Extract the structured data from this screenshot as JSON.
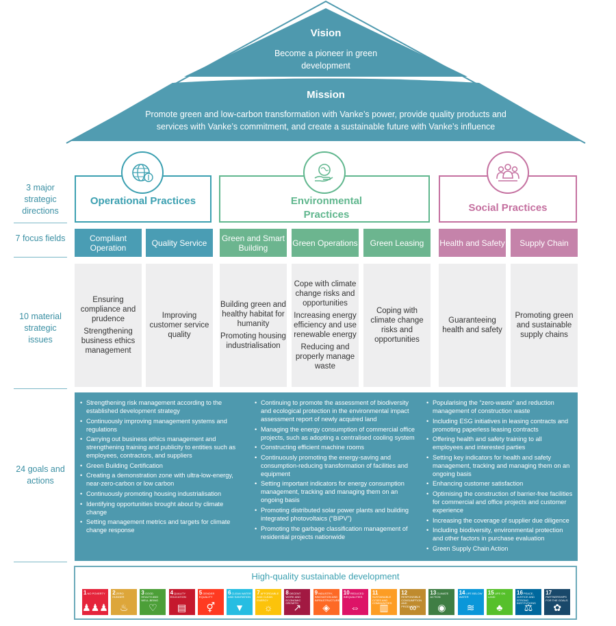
{
  "vision": {
    "title": "Vision",
    "text": "Become a pioneer in green development"
  },
  "mission": {
    "title": "Mission",
    "text": "Promote green and low-carbon transformation with Vanke’s power, provide quality products and services with Vanke’s commitment, and create a sustainable future with Vanke’s influence"
  },
  "row_labels": {
    "directions": "3 major strategic directions",
    "fields": "7 focus fields",
    "issues": "10 material strategic issues",
    "goals": "24 goals and actions"
  },
  "directions": [
    {
      "title": "Operational Practices",
      "color": "#3a9fb0",
      "icon": "globe-icon"
    },
    {
      "title": "Environmental Practices",
      "color": "#5fb68d",
      "icon": "hand-globe-icon"
    },
    {
      "title": "Social Practices",
      "color": "#c46f9f",
      "icon": "people-icon"
    }
  ],
  "fields": [
    {
      "label": "Compliant Operation",
      "color": "#4a9db4"
    },
    {
      "label": "Quality Service",
      "color": "#4a9db4"
    },
    {
      "label": "Green and Smart Building",
      "color": "#6cb58f"
    },
    {
      "label": "Green Operations",
      "color": "#6cb58f"
    },
    {
      "label": "Green Leasing",
      "color": "#6cb58f"
    },
    {
      "label": "Health and Safety",
      "color": "#c583aa"
    },
    {
      "label": "Supply Chain",
      "color": "#c583aa"
    }
  ],
  "issues": [
    [
      "Ensuring compliance and prudence",
      "Strengthening business ethics management"
    ],
    [
      "Improving customer service quality"
    ],
    [
      "Building green and healthy habitat for humanity",
      "Promoting housing industrialisation"
    ],
    [
      "Cope with climate change risks and opportunities",
      "Increasing energy efficiency and use renewable energy",
      "Reducing and properly manage waste"
    ],
    [
      "Coping with climate change risks and opportunities"
    ],
    [
      "Guaranteeing health and safety"
    ],
    [
      "Promoting green and sustainable supply chains"
    ]
  ],
  "goals": [
    [
      "Strengthening risk management according to the established development strategy",
      "Continuously improving management systems and regulations",
      "Carrying out business ethics management and strengthening training and publicity to entities such as employees, contractors, and suppliers",
      "Green Building Certification",
      "Creating a demonstration zone with ultra-low-energy, near-zero-carbon or low carbon",
      "Continuously promoting housing industrialisation",
      "Identifying opportunities brought about by climate change",
      "Setting management metrics and targets for climate change response"
    ],
    [
      "Continuing to promote the assessment of biodiversity and ecological protection in the environmental impact assessment report of newly acquired land",
      "Managing the energy consumption of commercial office projects, such as adopting a centralised cooling system",
      "Constructing efficient machine rooms",
      "Continuously promoting the energy-saving and consumption-reducing transformation of facilities and equipment",
      "Setting important indicators for energy consumption management, tracking and managing them on an ongoing basis",
      "Promoting distributed solar power plants and building integrated photovoltaics (“BIPV”)",
      "Promoting the garbage classification management of residential projects nationwide"
    ],
    [
      "Popularising the “zero-waste” and reduction management of construction waste",
      "Including ESG initiatives in leasing contracts and promoting paperless leasing contracts",
      "Offering health and safety training to all employees and interested parties",
      "Setting key indicators for health and safety management, tracking and managing them on an ongoing basis",
      "Enhancing customer satisfaction",
      "Optimising the construction of barrier-free facilities for commercial and office projects and customer experience",
      "Increasing the coverage of supplier due diligence",
      "Including biodiversity, environmental protection and other factors in purchase evaluation",
      "Green Supply Chain Action"
    ]
  ],
  "footer": {
    "title": "High-quality sustainable development"
  },
  "sdgs": [
    {
      "num": "1",
      "label": "NO POVERTY",
      "color": "#e5243b",
      "glyph": "♟♟♟"
    },
    {
      "num": "2",
      "label": "ZERO HUNGER",
      "color": "#dda63a",
      "glyph": "♨"
    },
    {
      "num": "3",
      "label": "GOOD HEALTH AND WELL-BEING",
      "color": "#4c9f38",
      "glyph": "♡"
    },
    {
      "num": "4",
      "label": "QUALITY EDUCATION",
      "color": "#c5192d",
      "glyph": "▤"
    },
    {
      "num": "5",
      "label": "GENDER EQUALITY",
      "color": "#ff3a21",
      "glyph": "⚥"
    },
    {
      "num": "6",
      "label": "CLEAN WATER AND SANITATION",
      "color": "#26bde2",
      "glyph": "▼"
    },
    {
      "num": "7",
      "label": "AFFORDABLE AND CLEAN ENERGY",
      "color": "#fcc30b",
      "glyph": "☼"
    },
    {
      "num": "8",
      "label": "DECENT WORK AND ECONOMIC GROWTH",
      "color": "#a21942",
      "glyph": "↗"
    },
    {
      "num": "9",
      "label": "INDUSTRY, INNOVATION AND INFRASTRUCTURE",
      "color": "#fd6925",
      "glyph": "◈"
    },
    {
      "num": "10",
      "label": "REDUCED INEQUALITIES",
      "color": "#dd1367",
      "glyph": "⇔"
    },
    {
      "num": "11",
      "label": "SUSTAINABLE CITIES AND COMMUNITIES",
      "color": "#fd9d24",
      "glyph": "▥"
    },
    {
      "num": "12",
      "label": "RESPONSIBLE CONSUMPTION AND PRODUCTION",
      "color": "#bf8b2e",
      "glyph": "∞"
    },
    {
      "num": "13",
      "label": "CLIMATE ACTION",
      "color": "#3f7e44",
      "glyph": "◉"
    },
    {
      "num": "14",
      "label": "LIFE BELOW WATER",
      "color": "#0a97d9",
      "glyph": "≋"
    },
    {
      "num": "15",
      "label": "LIFE ON LAND",
      "color": "#56c02b",
      "glyph": "♣"
    },
    {
      "num": "16",
      "label": "PEACE, JUSTICE AND STRONG INSTITUTIONS",
      "color": "#00689d",
      "glyph": "⚖"
    },
    {
      "num": "17",
      "label": "PARTNERSHIPS FOR THE GOALS",
      "color": "#19486a",
      "glyph": "✿"
    }
  ]
}
